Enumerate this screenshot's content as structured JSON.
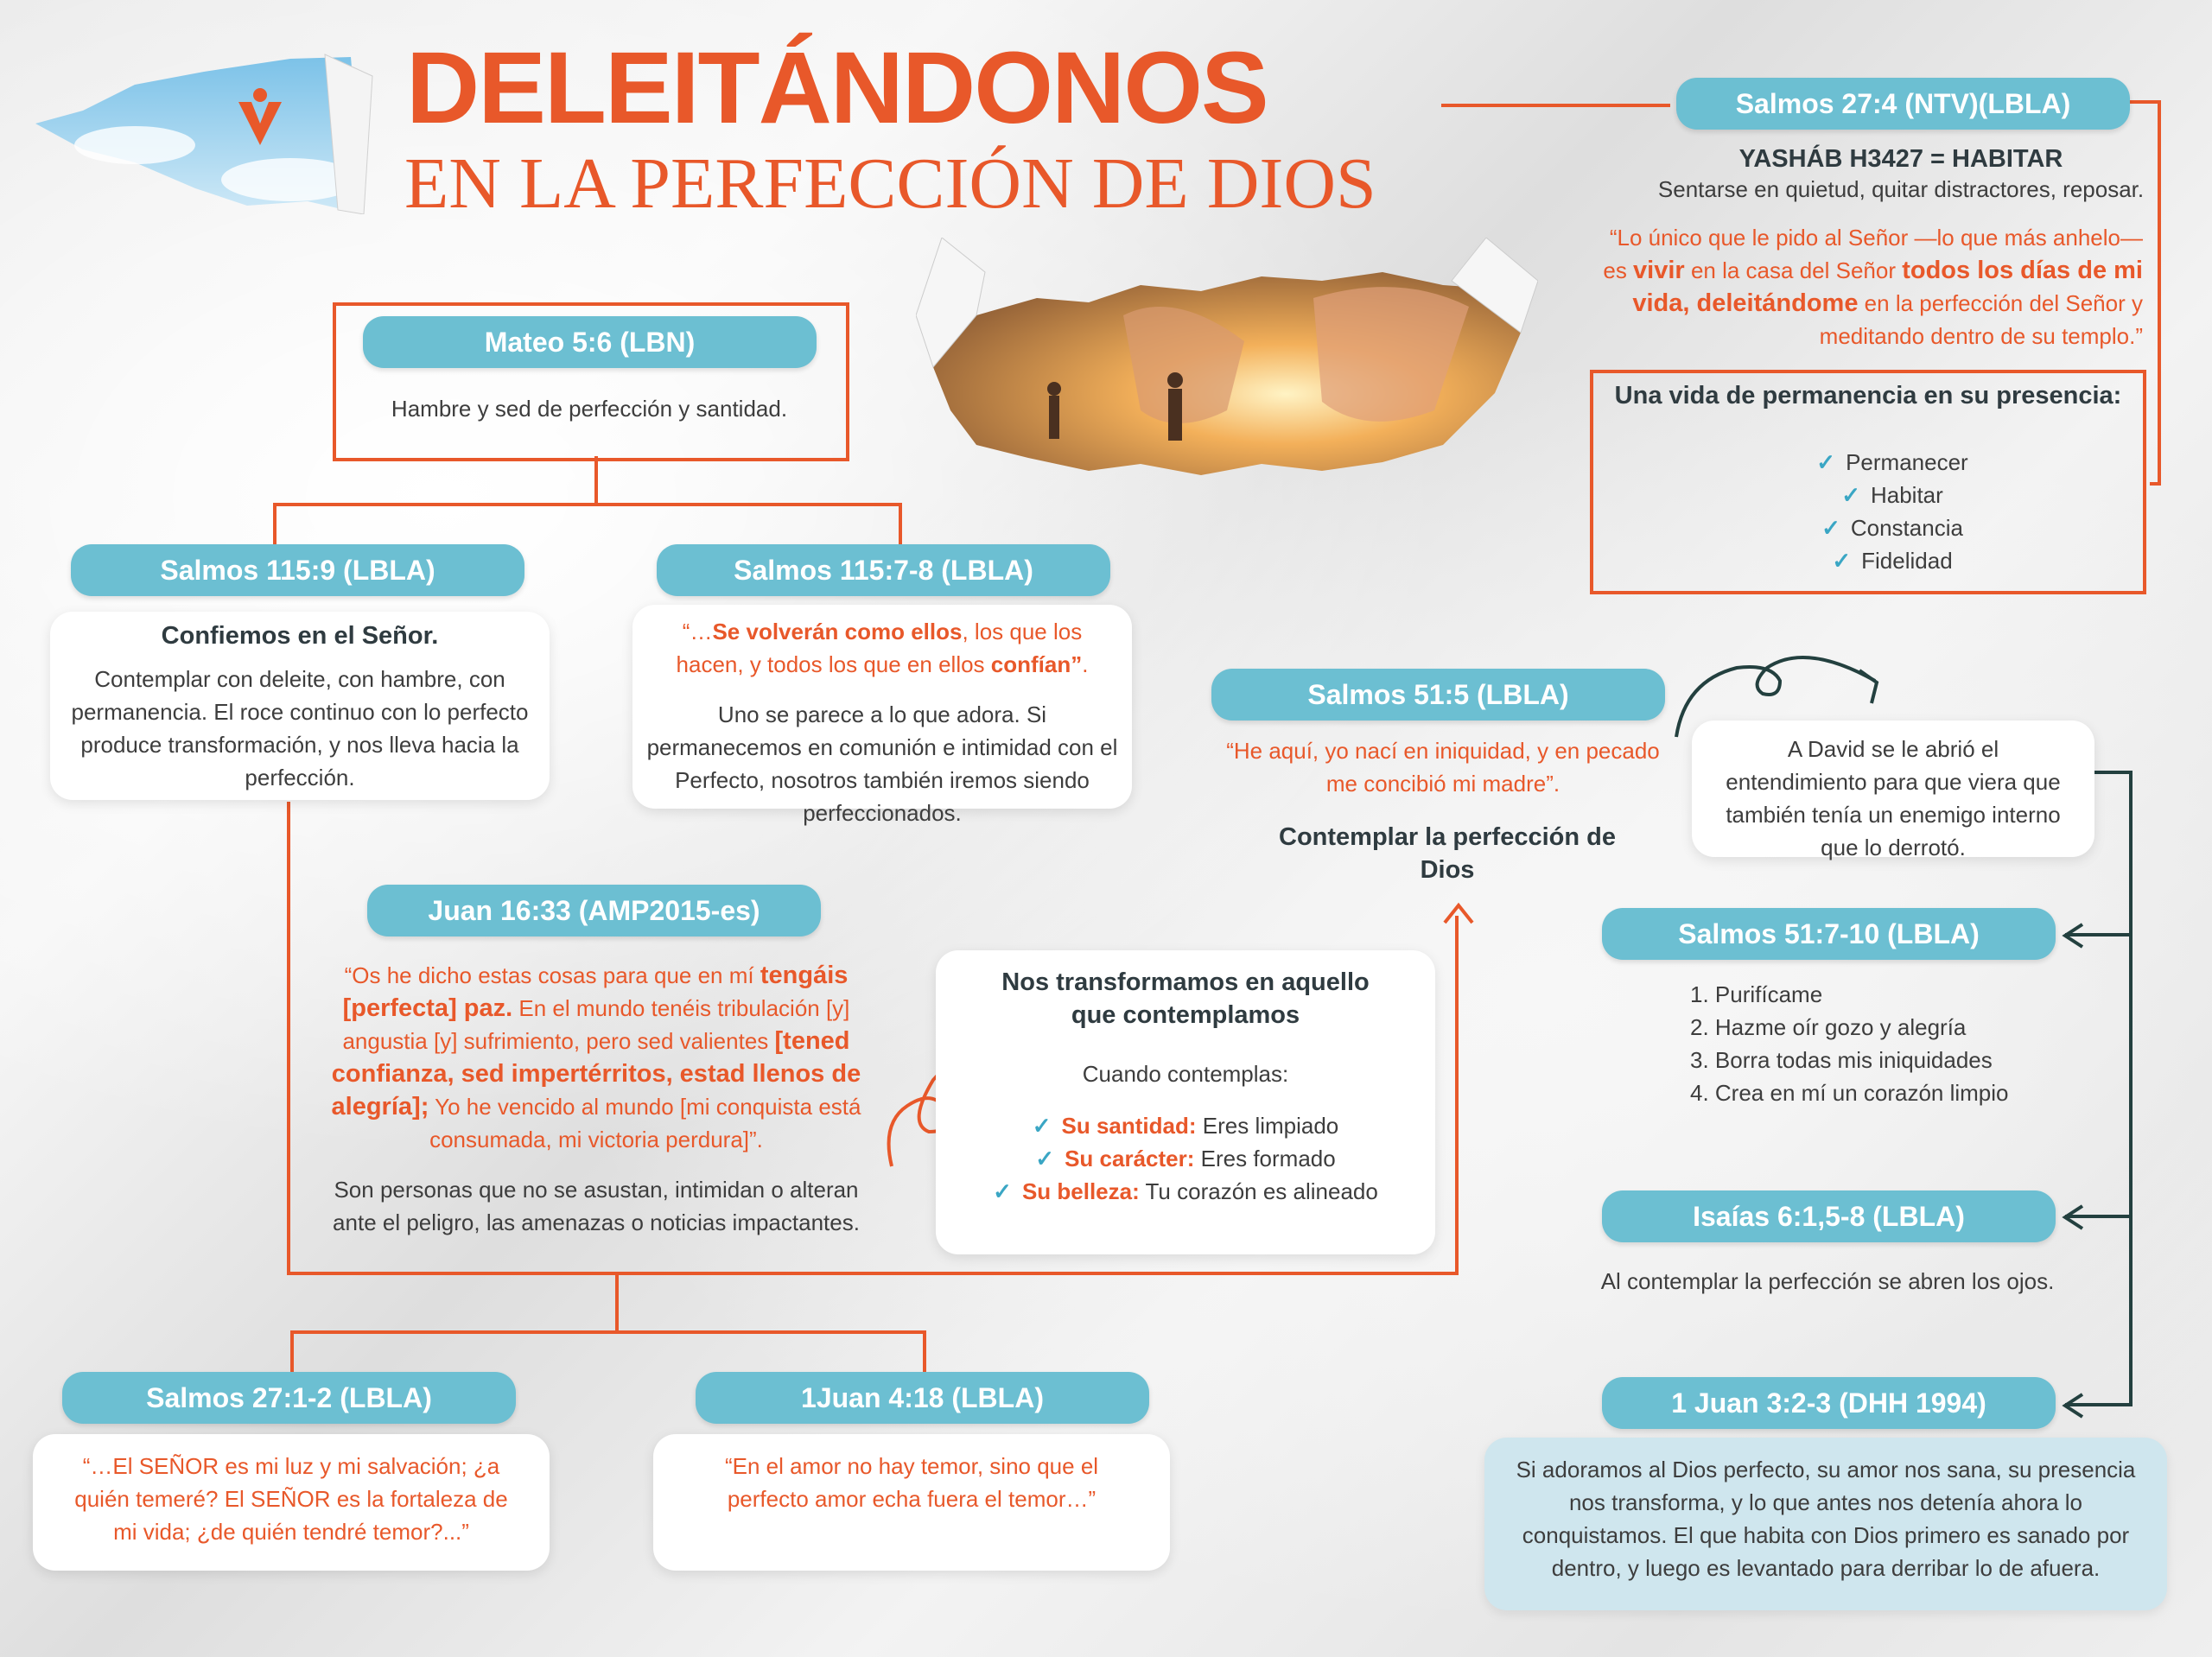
{
  "colors": {
    "accent": "#e8582a",
    "pill": "#6cbfd2",
    "dark": "#23403f"
  },
  "title": {
    "line1": "DELEITÁNDONOS",
    "line2": "EN LA PERFECCIÓN DE DIOS"
  },
  "mateo": {
    "ref": "Mateo 5:6 (LBN)",
    "text": "Hambre y sed de perfección y santidad."
  },
  "salmos115_9": {
    "ref": "Salmos 115:9 (LBLA)",
    "heading": "Confiemos en el Señor.",
    "text": "Contemplar con deleite, con hambre, con permanencia. El roce continuo con lo perfecto produce transformación, y nos lleva hacia la perfección."
  },
  "salmos115_7": {
    "ref": "Salmos 115:7-8 (LBLA)",
    "q1": "“…",
    "q2": "Se volverán como ellos",
    "q3": ", los que los hacen, y todos los que en ellos ",
    "q4": "confían”",
    "q5": ".",
    "text": "Uno se parece a lo que adora. Si permanecemos en comunión e intimidad con el Perfecto, nosotros también iremos siendo perfeccionados."
  },
  "juan16": {
    "ref": "Juan 16:33 (AMP2015-es)",
    "q1": "“Os he dicho estas cosas para que en mí ",
    "q2": "tengáis [perfecta] paz.",
    "q3": " En el mundo tenéis tribulación [y] angustia [y] sufrimiento, pero sed valientes ",
    "q4": "[tened confianza, sed impertérritos, estad llenos de alegría];",
    "q5": " Yo he vencido al mundo [mi conquista está consumada, mi victoria perdura]”.",
    "text": "Son personas que no se asustan, intimidan o alteran ante el peligro, las amenazas o noticias impactantes."
  },
  "transform": {
    "heading": "Nos transformamos en aquello que contemplamos",
    "intro": "Cuando contemplas:",
    "items": [
      {
        "key": "Su santidad:",
        "value": " Eres limpiado"
      },
      {
        "key": "Su carácter:",
        "value": " Eres formado"
      },
      {
        "key": "Su belleza:",
        "value": " Tu corazón es alineado"
      }
    ]
  },
  "salmos27_1": {
    "ref": "Salmos 27:1-2 (LBLA)",
    "text": "“…El SEÑOR es mi luz y mi salvación; ¿a quién temeré? El SEÑOR es la fortaleza de mi vida; ¿de quién tendré temor?...”"
  },
  "juan4": {
    "ref": "1Juan 4:18 (LBLA)",
    "text": "“En el amor no hay temor, sino que el perfecto amor echa fuera el temor…”"
  },
  "salmos27_4": {
    "ref": "Salmos 27:4 (NTV)(LBLA)",
    "yashab": "YASHÁB H3427 = HABITAR",
    "def": "Sentarse en quietud, quitar distractores, reposar.",
    "q1": "“Lo único que le pido al Señor —lo que más anhelo— es ",
    "q2": "vivir",
    "q3": " en la casa del Señor ",
    "q4": "todos los días de mi vida, deleitándome",
    "q5": " en la perfección del Señor y meditando dentro de su templo.”"
  },
  "permanencia": {
    "heading": "Una vida de permanencia en su presencia:",
    "items": [
      "Permanecer",
      "Habitar",
      "Constancia",
      "Fidelidad"
    ]
  },
  "salmos51_5": {
    "ref": "Salmos 51:5 (LBLA)",
    "text": "“He aquí, yo nací en iniquidad, y en pecado me concibió mi madre”.",
    "contemplar": "Contemplar la perfección de Dios"
  },
  "david": {
    "text": "A David se le abrió el entendimiento para que viera que también tenía un enemigo interno que lo derrotó."
  },
  "salmos51_7": {
    "ref": "Salmos 51:7-10 (LBLA)",
    "items": [
      "1. Purifícame",
      "2. Hazme oír gozo y alegría",
      "3. Borra todas mis iniquidades",
      "4. Crea en mí un corazón limpio"
    ]
  },
  "isaias": {
    "ref": "Isaías 6:1,5-8 (LBLA)",
    "text": "Al contemplar la perfección se abren los ojos."
  },
  "juan3": {
    "ref": "1 Juan 3:2-3 (DHH 1994)",
    "text": "Si adoramos al Dios perfecto, su amor nos sana, su presencia nos transforma, y lo que antes nos detenía ahora lo conquistamos. El que habita con Dios primero es sanado por dentro, y luego es levantado para derribar lo de afuera."
  }
}
